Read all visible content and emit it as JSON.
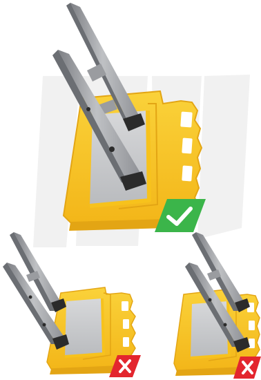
{
  "illustration": {
    "subject": "ladder-stand-mat-placement",
    "colors": {
      "mat_yellow": "#F7C21C",
      "mat_yellow_dark": "#E3A514",
      "mat_tread": "#C9CACC",
      "ladder_light": "#B3B5B8",
      "ladder_mid": "#8F9196",
      "ladder_dark": "#6B6E73",
      "foot_black": "#2B2B2B",
      "correct_green": "#3BB54A",
      "wrong_red": "#E3262E",
      "backdrop_grey": "#F1F1F1"
    },
    "examples": [
      {
        "id": "main",
        "verdict": "correct",
        "icon": "check-icon"
      },
      {
        "id": "left",
        "verdict": "incorrect",
        "icon": "cross-icon"
      },
      {
        "id": "right",
        "verdict": "incorrect",
        "icon": "cross-icon"
      }
    ]
  }
}
